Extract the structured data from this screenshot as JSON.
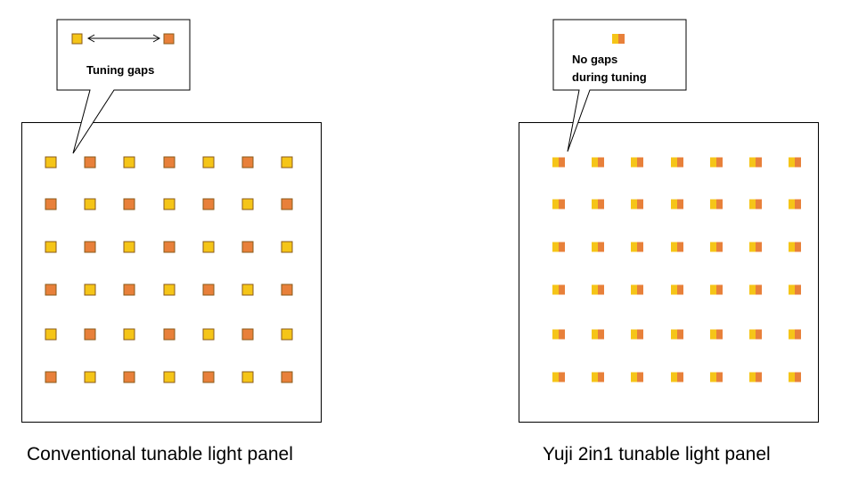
{
  "colors": {
    "yellow": "#f5c518",
    "orange": "#e8803a",
    "border": "#8a5a1a"
  },
  "left": {
    "caption": "Conventional tunable light panel",
    "callout": "Tuning gaps",
    "grid": {
      "cols": 7,
      "rows": 6,
      "pattern": "alternating-yellow-orange"
    }
  },
  "right": {
    "caption": "Yuji 2in1 tunable light panel",
    "callout_line1": "No gaps",
    "callout_line2": "during tuning",
    "grid": {
      "cols": 7,
      "rows": 6,
      "pattern": "combined-yellow-orange"
    }
  }
}
